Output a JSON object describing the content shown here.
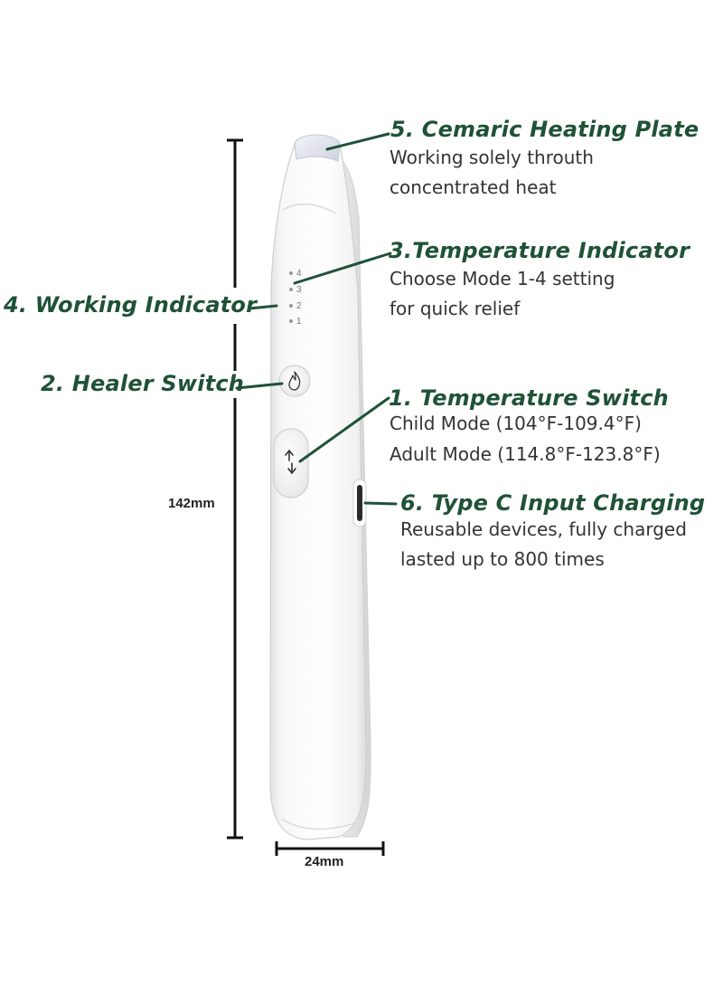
{
  "callouts": {
    "heating_plate": {
      "title": "5. Cemaric Heating Plate",
      "desc": [
        "Working solely throuth",
        "concentrated heat"
      ]
    },
    "temp_indicator": {
      "title": "3.Temperature Indicator",
      "desc": [
        "Choose Mode 1-4 setting",
        "for quick relief"
      ]
    },
    "working_indicator": {
      "title": "4. Working Indicator"
    },
    "healer_switch": {
      "title": "2. Healer Switch"
    },
    "temp_switch": {
      "title": "1. Temperature Switch",
      "desc": [
        "Child Mode (104°F-109.4°F)",
        "Adult Mode (114.8°F-123.8°F)"
      ]
    },
    "type_c": {
      "title": "6. Type C Input Charging",
      "desc": [
        "Reusable devices, fully charged",
        "lasted up to 800 times"
      ]
    }
  },
  "dimensions": {
    "height_label": "142mm",
    "width_label": "24mm"
  },
  "led_levels": [
    "4",
    "3",
    "2",
    "1"
  ],
  "icons": {
    "heat_button": "flame-icon",
    "mode_button": "up-down-arrows-icon"
  },
  "colors": {
    "accent_green": "#1f5236",
    "body_text": "#333333"
  }
}
